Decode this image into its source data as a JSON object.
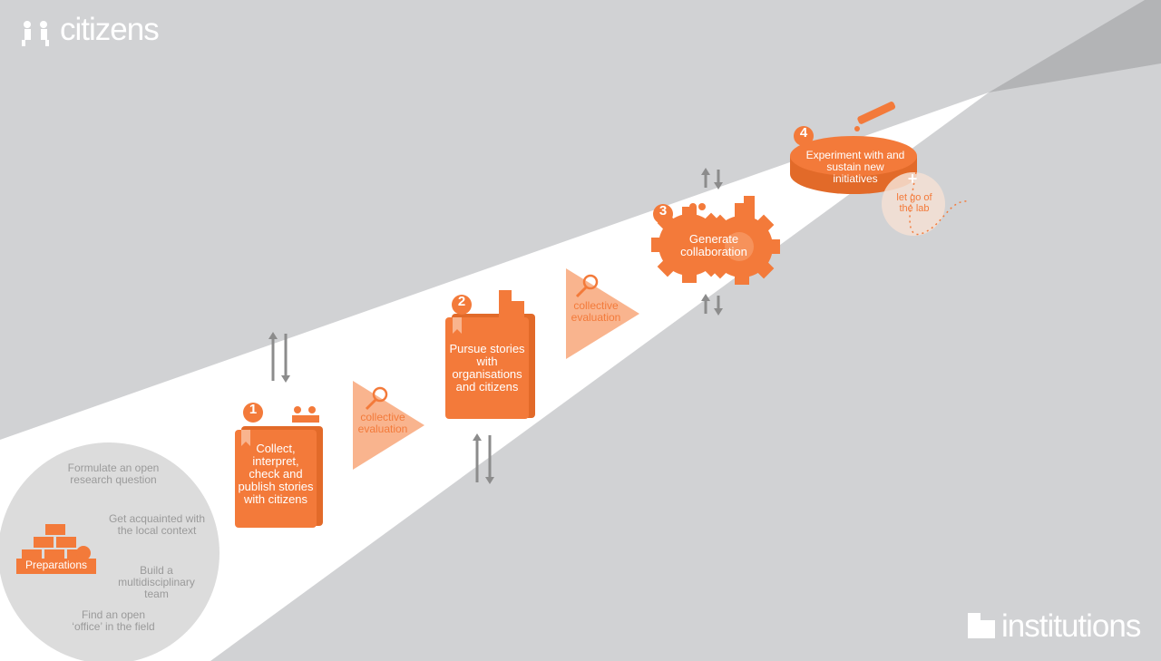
{
  "labels": {
    "citizens": "citizens",
    "institutions": "institutions"
  },
  "preparations": {
    "badge": "Preparations",
    "items": [
      "Formulate an open research question",
      "Get acquainted with the local context",
      "Build a multidisciplinary team",
      "Find an open ‘office’ in the field"
    ]
  },
  "steps": [
    {
      "number": "1",
      "text": "Collect, interpret, check and publish stories with citizens"
    },
    {
      "number": "2",
      "text": "Pursue stories with organisations and citizens"
    },
    {
      "number": "3",
      "text": "Generate collaboration"
    },
    {
      "number": "4",
      "text": "Experiment with and sustain new initiatives"
    }
  ],
  "evaluations": [
    {
      "text": "collective evaluation"
    },
    {
      "text": "collective evaluation"
    }
  ],
  "exit": {
    "text": "let go of the lab"
  },
  "colors": {
    "orange": "#f37a3a",
    "orange_light": "#f9b48e",
    "background": "#d1d2d4",
    "grey_dark": "#b3b4b6",
    "arrow": "#8c8c8c",
    "text_grey": "#9a9a9a"
  }
}
